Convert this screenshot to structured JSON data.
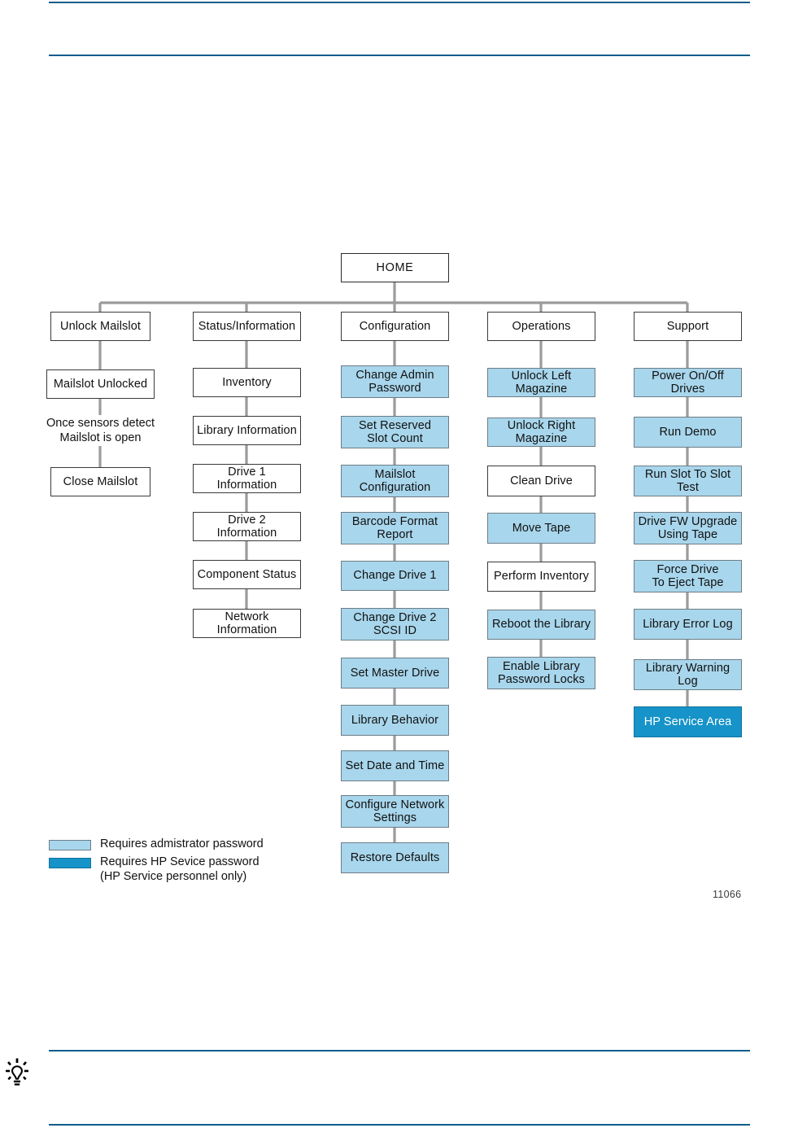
{
  "page": {
    "figure_id": "11066"
  },
  "icons": {
    "tip": "lightbulb-icon"
  },
  "colors": {
    "rule": "#0b5c8c",
    "admin_fill": "#a8d6ec",
    "service_fill": "#1693c8",
    "plain_fill": "#ffffff",
    "connector": "#9b9b9b",
    "box_border": "#3a3a3a"
  },
  "diagram": {
    "type": "menu-tree",
    "root": {
      "label": "HOME",
      "style": "plain"
    },
    "columns": [
      {
        "name": "unlock-mailslot",
        "header": {
          "label": "Unlock Mailslot",
          "style": "plain"
        },
        "items": [
          {
            "label": "Mailslot Unlocked",
            "style": "plain"
          },
          {
            "label": "Close Mailslot",
            "style": "plain"
          }
        ],
        "note": "Once sensors detect\nMailslot is open"
      },
      {
        "name": "status-information",
        "header": {
          "label": "Status/Information",
          "style": "plain"
        },
        "items": [
          {
            "label": "Inventory",
            "style": "plain"
          },
          {
            "label": "Library Information",
            "style": "plain"
          },
          {
            "label": "Drive 1 Information",
            "style": "plain"
          },
          {
            "label": "Drive 2 Information",
            "style": "plain"
          },
          {
            "label": "Component Status",
            "style": "plain"
          },
          {
            "label": "Network Information",
            "style": "plain"
          }
        ]
      },
      {
        "name": "configuration",
        "header": {
          "label": "Configuration",
          "style": "plain"
        },
        "items": [
          {
            "label": "Change Admin\nPassword",
            "style": "admin"
          },
          {
            "label": "Set Reserved\nSlot Count",
            "style": "admin"
          },
          {
            "label": "Mailslot\nConfiguration",
            "style": "admin"
          },
          {
            "label": "Barcode Format\nReport",
            "style": "admin"
          },
          {
            "label": "Change Drive 1",
            "style": "admin"
          },
          {
            "label": "Change Drive 2\nSCSI ID",
            "style": "admin"
          },
          {
            "label": "Set Master Drive",
            "style": "admin"
          },
          {
            "label": "Library Behavior",
            "style": "admin"
          },
          {
            "label": "Set  Date and Time",
            "style": "admin"
          },
          {
            "label": "Configure Network\nSettings",
            "style": "admin"
          },
          {
            "label": "Restore Defaults",
            "style": "admin"
          }
        ]
      },
      {
        "name": "operations",
        "header": {
          "label": "Operations",
          "style": "plain"
        },
        "items": [
          {
            "label": "Unlock Left Magazine",
            "style": "admin"
          },
          {
            "label": "Unlock Right Magazine",
            "style": "admin"
          },
          {
            "label": "Clean Drive",
            "style": "plain"
          },
          {
            "label": "Move Tape",
            "style": "admin"
          },
          {
            "label": "Perform Inventory",
            "style": "plain"
          },
          {
            "label": "Reboot the Library",
            "style": "admin"
          },
          {
            "label": "Enable Library\nPassword Locks",
            "style": "admin"
          }
        ]
      },
      {
        "name": "support",
        "header": {
          "label": "Support",
          "style": "plain"
        },
        "items": [
          {
            "label": "Power On/Off Drives",
            "style": "admin"
          },
          {
            "label": "Run Demo",
            "style": "admin"
          },
          {
            "label": "Run Slot To Slot Test",
            "style": "admin"
          },
          {
            "label": "Drive FW Upgrade\nUsing Tape",
            "style": "admin"
          },
          {
            "label": "Force Drive\nTo Eject Tape",
            "style": "admin"
          },
          {
            "label": "Library Error Log",
            "style": "admin"
          },
          {
            "label": "Library Warning Log",
            "style": "admin"
          },
          {
            "label": "HP Service Area",
            "style": "service"
          }
        ]
      }
    ]
  },
  "legend": {
    "rows": [
      {
        "swatch": "admin",
        "text": "Requires admistrator password"
      },
      {
        "swatch": "service",
        "text": "Requires HP Sevice password\n(HP Service personnel only)"
      }
    ]
  }
}
